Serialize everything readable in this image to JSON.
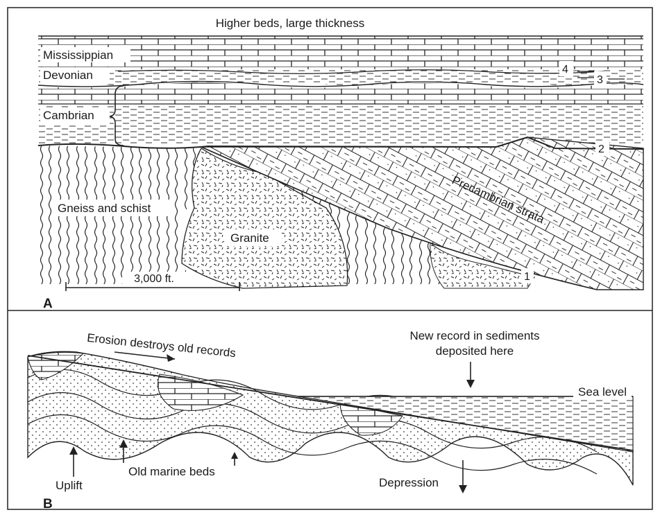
{
  "panel_a": {
    "letter": "A",
    "title": "Higher beds, large thickness",
    "labels": {
      "mississippian": "Mississippian",
      "devonian": "Devonian",
      "cambrian": "Cambrian",
      "gneiss": "Gneiss and schist",
      "granite": "Granite",
      "precambrian": "Precambrian strata"
    },
    "unconformity_numbers": [
      "1",
      "2",
      "3",
      "4"
    ],
    "scale_label": "3,000 ft."
  },
  "panel_b": {
    "letter": "B",
    "labels": {
      "erosion": "Erosion destroys old records",
      "new_record_line1": "New record in sediments",
      "new_record_line2": "deposited here",
      "sea_level": "Sea level",
      "uplift": "Uplift",
      "old_marine": "Old marine beds",
      "depression": "Depression"
    }
  },
  "colors": {
    "ink": "#1a1a1a",
    "background": "#ffffff"
  }
}
